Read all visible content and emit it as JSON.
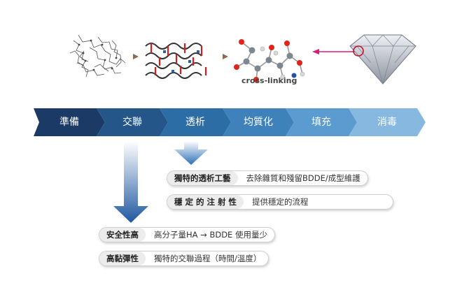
{
  "illustration": {
    "caption": "cross-linking",
    "icons": [
      "polymer-chains-icon",
      "linked-chains-icon",
      "molecule-icon",
      "diamond-icon"
    ]
  },
  "process_steps": [
    {
      "label": "準備",
      "color": "#1c3a66"
    },
    {
      "label": "交聯",
      "color": "#24568a"
    },
    {
      "label": "透析",
      "color": "#2d6da5"
    },
    {
      "label": "均質化",
      "color": "#3f82bb"
    },
    {
      "label": "填充",
      "color": "#5b9bcf"
    },
    {
      "label": "消毒",
      "color": "#86b8e0"
    }
  ],
  "dialysis_features": [
    {
      "head": "獨特的透析工藝",
      "body": "去除雜質和殘留BDDE/成型維護"
    },
    {
      "head": "穩 定 的 注 射 性",
      "body": "提供穩定的流程"
    }
  ],
  "crosslink_features": [
    {
      "head": "安全性高",
      "body": "高分子量HA → BDDE 使用量少"
    },
    {
      "head": "高黏彈性",
      "body": "獨特的交聯過程（時間/溫度）"
    }
  ]
}
